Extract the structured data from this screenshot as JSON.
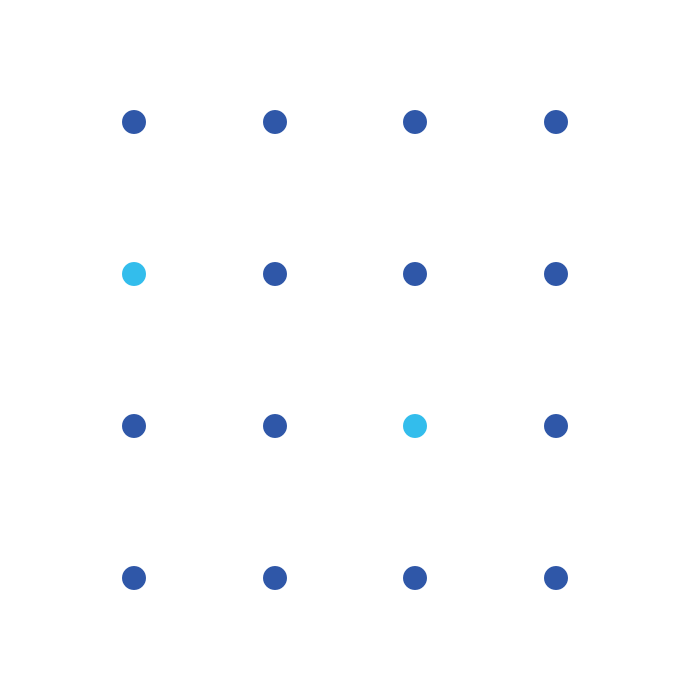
{
  "colors": {
    "background": "#ffffff",
    "dark": "#2f57a8",
    "light": "#33bdec"
  },
  "grid": {
    "rows": 4,
    "cols": 4,
    "cells": [
      [
        "dark",
        "dark",
        "dark",
        "dark"
      ],
      [
        "light",
        "dark",
        "dark",
        "dark"
      ],
      [
        "dark",
        "dark",
        "light",
        "dark"
      ],
      [
        "dark",
        "dark",
        "dark",
        "dark"
      ]
    ]
  }
}
